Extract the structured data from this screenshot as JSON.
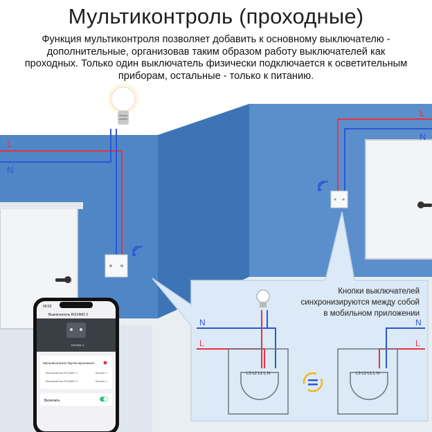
{
  "title": "Мультиконтроль (проходные)",
  "description": [
    "Функция мультиконтроля позволяет добавить к основному выключателю -",
    "дополнительные, организовав таким образом работу выключателей как",
    "проходных. Только один выключатель физически подключается к осветительным",
    "приборам, остальные - только к питанию."
  ],
  "wires": {
    "line_label": "L",
    "neutral_label": "N",
    "line_color": "#e8323c",
    "neutral_color": "#2f55d4"
  },
  "callout": {
    "text": [
      "Кнопки выключателей",
      "синхронизируются между собой",
      "в мобильном приложении"
    ],
    "terminals": "L3 L2 L1 L N",
    "sync_icon": "sync-arrows-icon"
  },
  "phone": {
    "time": "09:52",
    "header": "Выключатель ROXIMO 2",
    "key_label": "Кнопка 1",
    "group_title": "Мультиконтроль Группа мультиконт...",
    "rows": [
      {
        "device": "Выключатель ROXIMO 2",
        "key": "Кнопка 1"
      },
      {
        "device": "Выключатель ROXIMO 3",
        "key": "Кнопка 1"
      }
    ],
    "toggle_label": "Включить",
    "toggle_on": true
  },
  "colors": {
    "wall": "#4f86c6",
    "wall_dark": "#3a6fb0",
    "callout_bg": "#dbeaf6"
  }
}
